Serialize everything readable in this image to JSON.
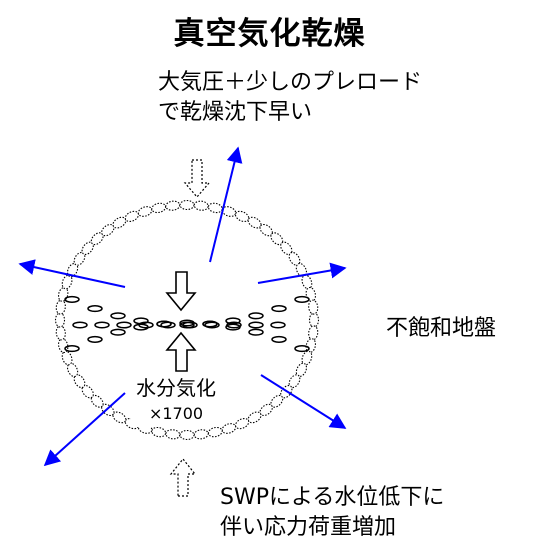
{
  "title": "真空気化乾燥",
  "top_label": {
    "line1": "大気圧＋少しのプレロード",
    "line2": "で乾燥沈下早い"
  },
  "right_label": "不飽和地盤",
  "center_label": {
    "line1": "水分気化",
    "line2": "×1700"
  },
  "bottom_label": {
    "line1": "SWPによる水位低下に",
    "line2": "伴い応力荷重増加"
  },
  "colors": {
    "arrow": "#0000ff",
    "outline": "#000000",
    "background": "#ffffff"
  }
}
